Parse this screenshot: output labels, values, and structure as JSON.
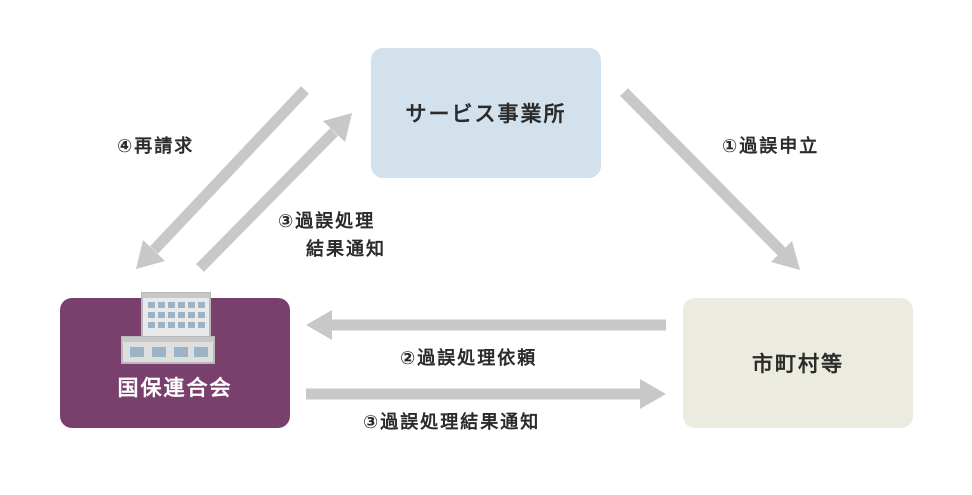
{
  "nodes": {
    "service": "サービス事業所",
    "city": "市町村等",
    "kokuho": "国保連合会"
  },
  "edges": {
    "moushitate": "①過誤申立",
    "saiseikyu": "④再請求",
    "kekka_line1": "③過誤処理",
    "kekka_line2": "結果通知",
    "irai": "②過誤処理依頼",
    "kekka_bottom": "③過誤処理結果通知"
  },
  "colors": {
    "arrow": "#c8c8c8",
    "service_bg": "#d3e1ec",
    "city_bg": "#ecebdf",
    "kokuho_bg": "#79406e"
  },
  "icons": {
    "kokuho": "office-building-icon"
  }
}
